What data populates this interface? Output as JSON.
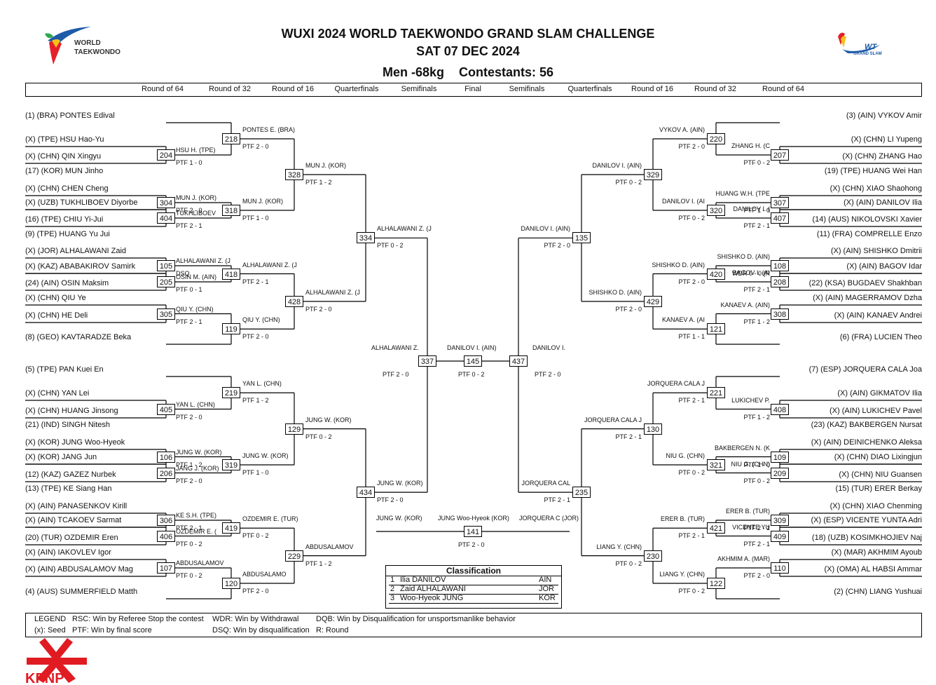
{
  "header": {
    "title": "WUXI 2024 WORLD TAEKWONDO GRAND SLAM CHALLENGE",
    "date": "SAT 07 DEC 2024",
    "category": "Men -68kg",
    "contestants": "Contestants: 56",
    "logo_left": [
      "WORLD",
      "TAEKWONDO"
    ],
    "logo_right": [
      "WT",
      "GRAND SLAM"
    ]
  },
  "rounds": [
    "Round of 64",
    "Round of 32",
    "Round of 16",
    "Quarterfinals",
    "Semifinals",
    "Final",
    "Semifinals",
    "Quarterfinals",
    "Round of 16",
    "Round of 32",
    "Round of 64"
  ],
  "left_athletes": [
    "(1) (BRA) PONTES Edival",
    "(X) (TPE) HSU Hao-Yu",
    "(X) (CHN) QIN Xingyu",
    "(17) (KOR) MUN Jinho",
    "(X) (CHN) CHEN Cheng",
    "(X) (UZB) TUKHLIBOEV Diyorbe",
    "(16) (TPE) CHIU Yi-Jui",
    "(9) (TPE) HUANG Yu Jui",
    "(X) (JOR) ALHALAWANI Zaid",
    "(X) (KAZ) ABABAKIROV Samirk",
    "(24) (AIN) OSIN Maksim",
    "(X) (CHN) QIU Ye",
    "(X) (CHN) HE Deli",
    "(8) (GEO) KAVTARADZE Beka",
    "(5) (TPE) PAN Kuei En",
    "(X) (CHN) YAN Lei",
    "(X) (CHN) HUANG Jinsong",
    "(21) (IND) SINGH Nitesh",
    "(X) (KOR) JUNG Woo-Hyeok",
    "(X) (KOR) JANG Jun",
    "(12) (KAZ) GAZEZ Nurbek",
    "(13) (TPE) KE Siang Han",
    "(X) (AIN) PANASENKOV Kirill",
    "(X) (AIN) TCAKOEV Sarmat",
    "(20) (TUR) OZDEMIR Eren",
    "(X) (AIN) IAKOVLEV Igor",
    "(X) (AIN) ABDUSALAMOV Mag",
    "(4) (AUS) SUMMERFIELD Matth"
  ],
  "right_athletes": [
    "(3) (AIN) VYKOV Amir",
    "(X) (CHN) LI Yupeng",
    "(X) (CHN) ZHANG Hao",
    "(19) (TPE) HUANG Wei Han",
    "(X) (CHN) XIAO Shaohong",
    "(X) (AIN) DANILOV Ilia",
    "(14) (AUS) NIKOLOVSKI Xavier",
    "(11) (FRA) COMPRELLE Enzo",
    "(X) (AIN) SHISHKO Dmitrii",
    "(X) (AIN) BAGOV Idar",
    "(22) (KSA) BUGDAEV Shakhban",
    "(X) (AIN) MAGERRAMOV Dzha",
    "(X) (AIN) KANAEV Andrei",
    "(6) (FRA) LUCIEN Theo",
    "(7) (ESP) JORQUERA CALA Joa",
    "(X) (AIN) GIKMATOV Ilia",
    "(X) (AIN) LUKICHEV Pavel",
    "(23) (KAZ) BAKBERGEN Nursat",
    "(X) (AIN) DEINICHENKO Aleksa",
    "(X) (CHN) DIAO Lixingjun",
    "(X) (CHN) NIU Guansen",
    "(15) (TUR) ERER Berkay",
    "(X) (CHN) XIAO Chenming",
    "(X) (ESP) VICENTE YUNTA Adri",
    "(18) (UZB) KOSIMKHOJIEV Naj",
    "(X) (MAR) AKHMIM Ayoub",
    "(X) (OMA) AL HABSI Ammar",
    "(2) (CHN) LIANG Yushuai"
  ],
  "matches": {
    "r64_left": [
      {
        "no": "204",
        "winner": "HSU H. (TPE)",
        "score": "PTF 1 - 0"
      },
      {
        "no": "304",
        "winner": "MUN J. (KOR)",
        "score": "PTF 2 - 0"
      },
      {
        "no": "404",
        "winner": "TUKHLIBOEV",
        "score": "PTF 2 - 1"
      },
      {
        "no": "105",
        "winner": "ALHALAWANI Z. (J",
        "score": "DSQ"
      },
      {
        "no": "205",
        "winner": "OSIN M. (AIN)",
        "score": "PTF 0 - 1"
      },
      {
        "no": "305",
        "winner": "QIU Y. (CHN)",
        "score": "PTF 2 - 1"
      },
      {
        "no": "405",
        "winner": "YAN L. (CHN)",
        "score": "PTF 2 - 0"
      },
      {
        "no": "106",
        "winner": "JUNG W. (KOR)",
        "score": "PTF 1 - 2"
      },
      {
        "no": "206",
        "winner": "JANG J. (KOR)",
        "score": "PTF 2 - 0"
      },
      {
        "no": "306",
        "winner": "KE S.H. (TPE)",
        "score": "PTF 2 - 1"
      },
      {
        "no": "406",
        "winner": "OZDEMIR E. (",
        "score": "PTF 0 - 2"
      },
      {
        "no": "107",
        "winner": "ABDUSALAMOV",
        "score": "PTF 0 - 2"
      }
    ],
    "r32_left": [
      {
        "no": "218",
        "winner": "PONTES E. (BRA)",
        "score": "PTF 2 - 0"
      },
      {
        "no": "318",
        "winner": "MUN J. (KOR)",
        "score": "PTF 1 - 0"
      },
      {
        "no": "418",
        "winner": "ALHALAWANI Z. (J",
        "score": "PTF 2 - 1"
      },
      {
        "no": "119",
        "winner": "QIU Y. (CHN)",
        "score": "PTF 2 - 0"
      },
      {
        "no": "219",
        "winner": "YAN L. (CHN)",
        "score": "PTF 1 - 2"
      },
      {
        "no": "319",
        "winner": "JUNG W. (KOR)",
        "score": "PTF 1 - 0"
      },
      {
        "no": "419",
        "winner": "OZDEMIR E. (TUR)",
        "score": "PTF 0 - 2"
      },
      {
        "no": "120",
        "winner": "ABDUSALAMO",
        "score": "PTF 2 - 0"
      }
    ],
    "r16_left": [
      {
        "no": "328",
        "winner": "MUN J. (KOR)",
        "score": "PTF 1 - 2"
      },
      {
        "no": "428",
        "winner": "ALHALAWANI Z. (J",
        "score": "PTF 2 - 0"
      },
      {
        "no": "129",
        "winner": "JUNG W. (KOR)",
        "score": "PTF 0 - 2"
      },
      {
        "no": "229",
        "winner": "ABDUSALAMOV",
        "score": "PTF 1 - 2"
      }
    ],
    "qf_left": [
      {
        "no": "334",
        "winner": "ALHALAWANI Z. (J",
        "score": "PTF 0 - 2"
      },
      {
        "no": "434",
        "winner": "JUNG W. (KOR)",
        "score": "PTF 2 - 0"
      }
    ],
    "sf_left": {
      "no": "337",
      "winner": "ALHALAWANI Z.",
      "score": "PTF 2 - 0"
    },
    "final": {
      "no": "145",
      "winner": "DANILOV I. (AIN)",
      "score": "PTF 0 - 2"
    },
    "sf_right": {
      "no": "437",
      "winner": "DANILOV I.",
      "score": "PTF 2 - 0"
    },
    "qf_right": [
      {
        "no": "135",
        "winner": "DANILOV I. (AIN)",
        "score": "PTF 2 - 0"
      },
      {
        "no": "235",
        "winner": "JORQUERA CAL",
        "score": "PTF 2 - 1"
      }
    ],
    "r16_right": [
      {
        "no": "329",
        "winner": "DANILOV I. (AIN)",
        "score": "PTF 0 - 2"
      },
      {
        "no": "429",
        "winner": "SHISHKO D. (AIN)",
        "score": "PTF 2 - 0"
      },
      {
        "no": "130",
        "winner": "JORQUERA CALA J",
        "score": "PTF 2 - 1"
      },
      {
        "no": "230",
        "winner": "LIANG Y. (CHN)",
        "score": "PTF 0 - 2"
      }
    ],
    "r32_right": [
      {
        "no": "220",
        "winner": "VYKOV A. (AIN)",
        "score": "PTF 2 - 0"
      },
      {
        "no": "320",
        "winner": "DANILOV I. (AI",
        "score": "PTF 0 - 2"
      },
      {
        "no": "420",
        "winner": "SHISHKO D. (AIN)",
        "score": "PTF 2 - 0"
      },
      {
        "no": "121",
        "winner": "KANAEV A. (AI",
        "score": "PTF 1 - 1"
      },
      {
        "no": "221",
        "winner": "JORQUERA CALA J",
        "score": "PTF 2 - 1"
      },
      {
        "no": "321",
        "winner": "NIU G. (CHN)",
        "score": "PTF 0 - 2"
      },
      {
        "no": "421",
        "winner": "ERER B. (TUR)",
        "score": "PTF 2 - 1"
      },
      {
        "no": "122",
        "winner": "LIANG Y. (CHN)",
        "score": "PTF 0 - 2"
      }
    ],
    "r64_right": [
      {
        "no": "207",
        "winner": "ZHANG H. (C",
        "score": "PTF 0 - 2"
      },
      {
        "no": "307",
        "winner": "HUANG W.H. (TPE",
        "score": "PTF 1 - 0"
      },
      {
        "no": "407",
        "winner": "DANILOV I. (",
        "score": "PTF 2 - 1"
      },
      {
        "no": "108",
        "winner": "SHISHKO D. (AIN)",
        "score": "WDR 0 - 0 (R"
      },
      {
        "no": "208",
        "winner": "BAGOV I. (AI",
        "score": "PTF 2 - 1"
      },
      {
        "no": "308",
        "winner": "KANAEV A. (AIN)",
        "score": "PTF 1 - 2"
      },
      {
        "no": "408",
        "winner": "LUKICHEV P.",
        "score": "PTF 1 - 2"
      },
      {
        "no": "109",
        "winner": "BAKBERGEN N. (K",
        "score": "PTF 1 - 0"
      },
      {
        "no": "209",
        "winner": "NIU G. (CHN)",
        "score": "PTF 0 - 2"
      },
      {
        "no": "309",
        "winner": "ERER B. (TUR)",
        "score": "PTF 2 - 1"
      },
      {
        "no": "409",
        "winner": "VICENTE YU",
        "score": "PTF 2 - 1"
      },
      {
        "no": "110",
        "winner": "AKHMIM A. (MAR)",
        "score": "PTF 2 - 0"
      }
    ],
    "bronze": {
      "no": "141",
      "left": "JUNG W. (KOR)",
      "winner": "JUNG Woo-Hyeok (KOR)",
      "right": "JORQUERA C (JOR)",
      "score": "PTF 2 - 0"
    }
  },
  "classification": {
    "title": "Classification",
    "rows": [
      {
        "rank": "1",
        "name": "Ilia DANILOV",
        "nation": "AIN"
      },
      {
        "rank": "2",
        "name": "Zaid ALHALAWANI",
        "nation": "JOR"
      },
      {
        "rank": "3",
        "name": "Woo-Hyeok JUNG",
        "nation": "KOR"
      }
    ]
  },
  "legend": {
    "title": "LEGEND",
    "rsc": "RSC: Win by Referee Stop the contest",
    "wdr": "WDR: Win by Withdrawal",
    "dqb": "DQB: Win by Disqualification for unsportsmanlike behavior",
    "seed": "(x): Seed",
    "ptf": "PTF: Win by final score",
    "dsq": "DSQ: Win by disqualification",
    "round": "R: Round"
  },
  "footer_logo": "KPNP",
  "colors": {
    "wt_red": "#e4202a",
    "wt_blue": "#1e5aa8",
    "wt_yellow": "#f4c21a",
    "kpnp_red": "#e11b22"
  }
}
